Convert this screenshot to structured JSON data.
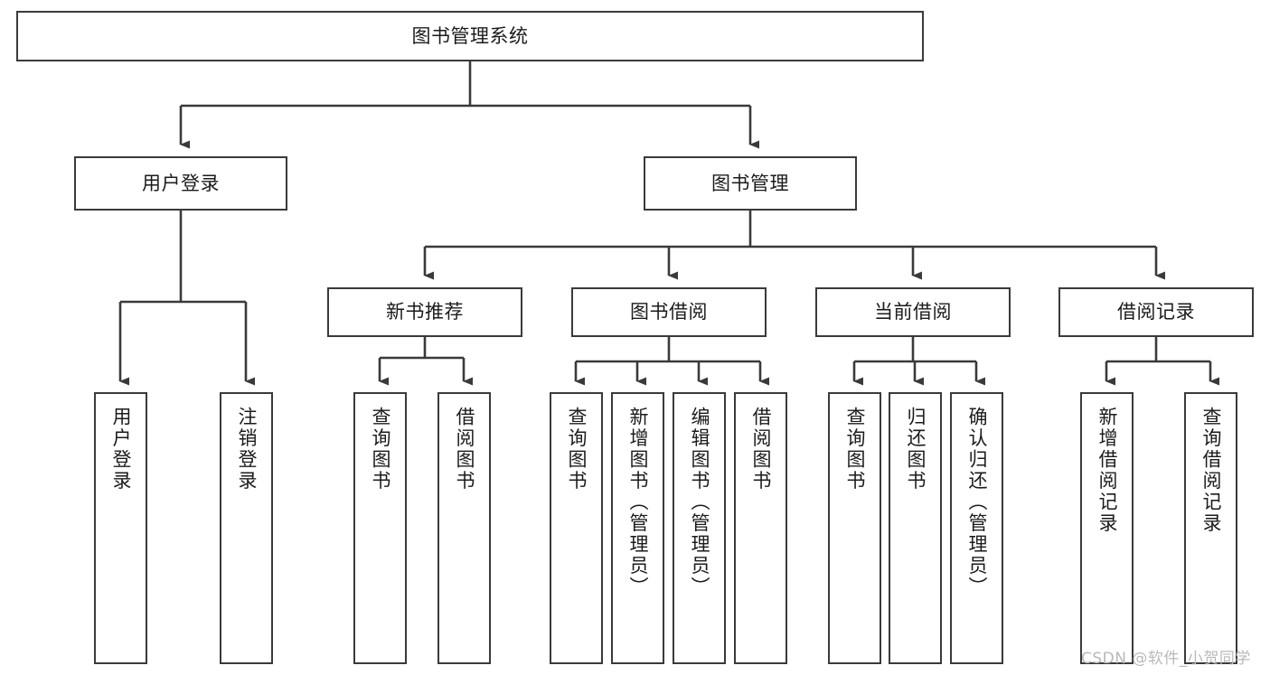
{
  "diagram": {
    "type": "hierarchy-tree",
    "title_node": {
      "label": "图书管理系统"
    },
    "level1": [
      {
        "label": "用户登录"
      },
      {
        "label": "图书管理"
      }
    ],
    "level2": [
      {
        "label": "新书推荐"
      },
      {
        "label": "图书借阅"
      },
      {
        "label": "当前借阅"
      },
      {
        "label": "借阅记录"
      }
    ],
    "leaves": {
      "user_login": [
        {
          "label": "用户登录"
        },
        {
          "label": "注销登录"
        }
      ],
      "new_book_recommend": [
        {
          "label": "查询图书"
        },
        {
          "label": "借阅图书"
        }
      ],
      "book_borrow": [
        {
          "label": "查询图书"
        },
        {
          "label": "新增图书（管理员）"
        },
        {
          "label": "编辑图书（管理员）"
        },
        {
          "label": "借阅图书"
        }
      ],
      "current_borrow": [
        {
          "label": "查询图书"
        },
        {
          "label": "归还图书"
        },
        {
          "label": "确认归还（管理员）"
        }
      ],
      "borrow_record": [
        {
          "label": "新增借阅记录"
        },
        {
          "label": "查询借阅记录"
        }
      ]
    }
  },
  "watermark": {
    "text": "CSDN @软件_小贺同学"
  },
  "colors": {
    "box_border": "#3a3a3a",
    "connector": "#3a3a3a",
    "text": "#1b1b1b",
    "background": "#ffffff",
    "watermark": "#b9b9b9"
  }
}
